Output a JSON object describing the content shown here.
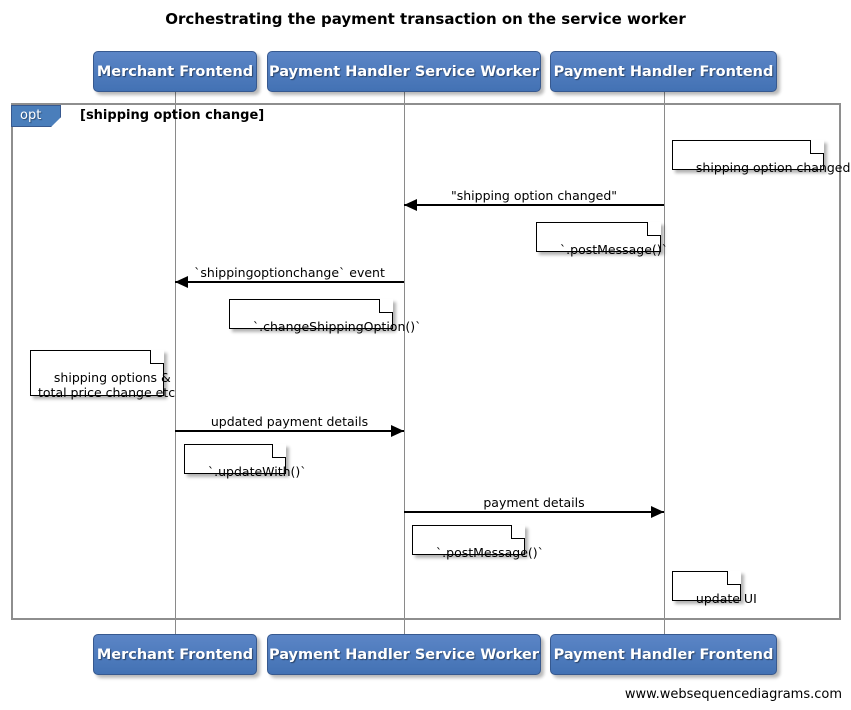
{
  "title": "Orchestrating the payment transaction on the service worker",
  "footer": "www.websequencediagrams.com",
  "colors": {
    "actor_fill": "#4a7ebb",
    "actor_border": "#37598f",
    "actor_text": "#ffffff",
    "fragment_border": "#8e8e8e",
    "lifeline": "#8a8a8a",
    "note_fill": "#ffffff",
    "arrow": "#000000"
  },
  "actors": [
    {
      "id": "merchant-frontend",
      "label": "Merchant Frontend"
    },
    {
      "id": "payment-handler-service-worker",
      "label": "Payment Handler Service Worker"
    },
    {
      "id": "payment-handler-frontend",
      "label": "Payment Handler Frontend"
    }
  ],
  "fragment": {
    "kind": "opt",
    "guard": "[shipping option change]"
  },
  "messages": [
    {
      "id": "shipping-option-changed",
      "label": "\"shipping option changed\"",
      "from": "payment-handler-frontend",
      "to": "payment-handler-service-worker",
      "direction": "left"
    },
    {
      "id": "shippingoptionchange-event",
      "label": "`shippingoptionchange` event",
      "from": "payment-handler-service-worker",
      "to": "merchant-frontend",
      "direction": "left"
    },
    {
      "id": "updated-payment-details",
      "label": "updated payment details",
      "from": "merchant-frontend",
      "to": "payment-handler-service-worker",
      "direction": "right"
    },
    {
      "id": "payment-details",
      "label": "payment details",
      "from": "payment-handler-service-worker",
      "to": "payment-handler-frontend",
      "direction": "right"
    }
  ],
  "notes": [
    {
      "id": "note-shipping-option-changed",
      "text": "shipping option changed",
      "attached_to": "payment-handler-frontend"
    },
    {
      "id": "note-post-message-1",
      "text": "`.postMessage()`",
      "attached_to": "payment-handler-frontend"
    },
    {
      "id": "note-change-shipping-option",
      "text": "`.changeShippingOption()`",
      "attached_to": "payment-handler-service-worker"
    },
    {
      "id": "note-shipping-options-total-price",
      "text": "shipping options &\ntotal price change etc",
      "attached_to": "merchant-frontend"
    },
    {
      "id": "note-update-with",
      "text": "`.updateWith()`",
      "attached_to": "merchant-frontend"
    },
    {
      "id": "note-post-message-2",
      "text": "`.postMessage()`",
      "attached_to": "payment-handler-service-worker"
    },
    {
      "id": "note-update-ui",
      "text": "update UI",
      "attached_to": "payment-handler-frontend"
    }
  ]
}
